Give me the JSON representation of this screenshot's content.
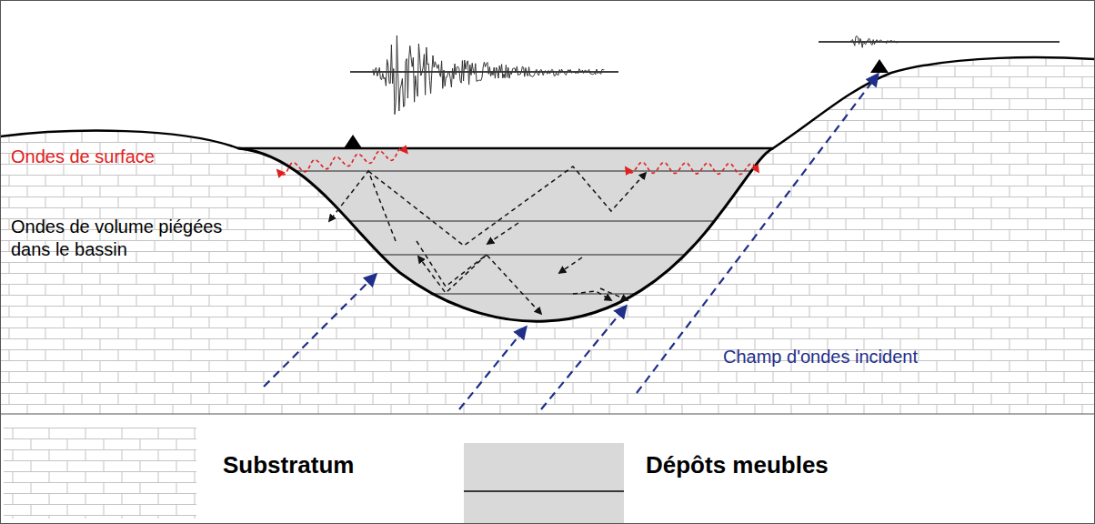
{
  "diagram": {
    "labels": [
      "Ondes de surface",
      "Ondes de volume piégées dans le bassin",
      "Champ d'ondes incident"
    ],
    "legend": [
      {
        "text": "Substratum"
      },
      {
        "text": "Dépôts meubles",
        "color": "#d9d9d9"
      }
    ]
  }
}
